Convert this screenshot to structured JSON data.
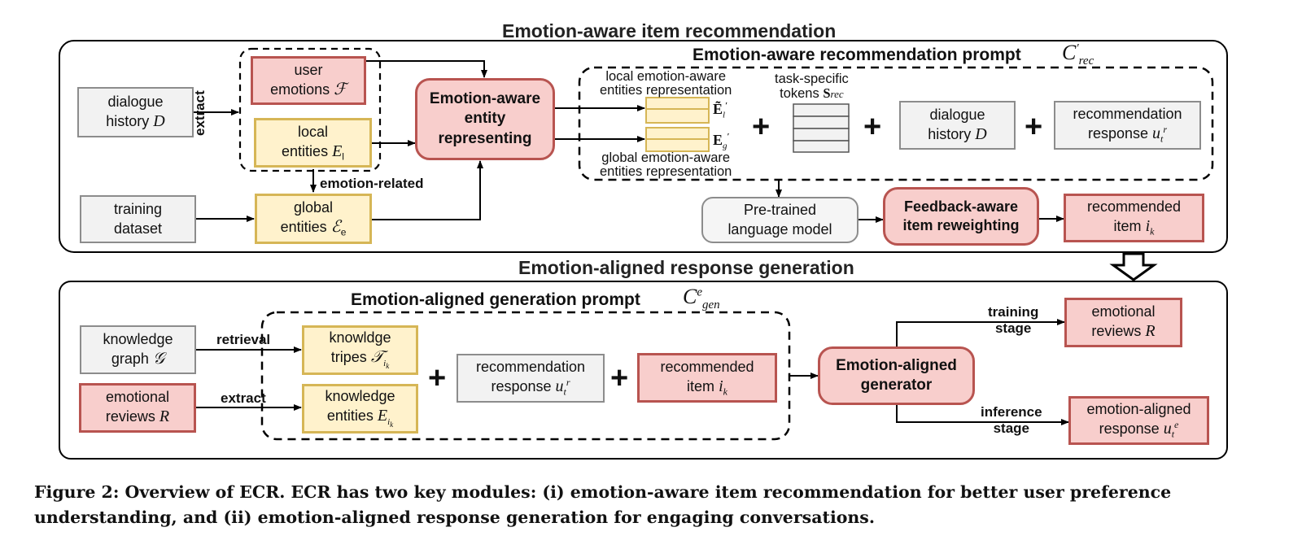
{
  "top": {
    "title": "Emotion-aware item recommendation",
    "dialogue_history": "dialogue history D",
    "extract": "extract",
    "user_emotions": "user emotions ℱ",
    "local_entities": "local entities Eₗ",
    "emotion_related": "emotion-related",
    "training_dataset": "training dataset",
    "global_entities": "global entities ℰₑ",
    "entity_repr": "Emotion-aware entity representing",
    "prompt": {
      "title": "Emotion-aware recommendation prompt",
      "symbol": "C′rec",
      "local_repr_label": "local emotion-aware entities representation",
      "global_repr_label": "global emotion-aware entities representation",
      "el_symbol": "Ẽ′l",
      "eg_symbol": "E′g",
      "task_tokens": "task-specific tokens S_rec",
      "dialogue_history": "dialogue history D",
      "rec_response": "recommendation response uᵣₜ"
    },
    "plm": "Pre-trained language model",
    "feedback": "Feedback-aware item reweighting",
    "recommended_item": "recommended item iₖ"
  },
  "bottom": {
    "title": "Emotion-aligned response generation",
    "prompt": {
      "title": "Emotion-aligned generation prompt",
      "symbol": "Cegen",
      "knowledge_triples": "knowldge tripes 𝒯_ik",
      "knowledge_entities": "knowledge entities E_ik",
      "rec_response": "recommendation response uᵣₜ",
      "recommended_item": "recommended item iₖ"
    },
    "knowledge_graph": "knowledge graph 𝒢",
    "emotional_reviews_in": "emotional reviews R",
    "retrieval": "retrieval",
    "extract": "extract",
    "generator": "Emotion-aligned generator",
    "training_stage": "training stage",
    "inference_stage": "inference stage",
    "emotional_reviews_out": "emotional reviews R",
    "aligned_response": "emotion-aligned response uᵉₜ"
  },
  "caption": "Figure 2: Overview of ECR. ECR has two key modules: (i) emotion-aware item recommendation for better user preference understanding, and (ii) emotion-aligned response generation for engaging conversations.",
  "colors": {
    "gray_fill": "#f2f2f2",
    "yellow_fill": "#fff2cc",
    "yellow_border": "#d6b656",
    "pink_fill": "#f8cecc",
    "pink_border": "#b85450"
  }
}
